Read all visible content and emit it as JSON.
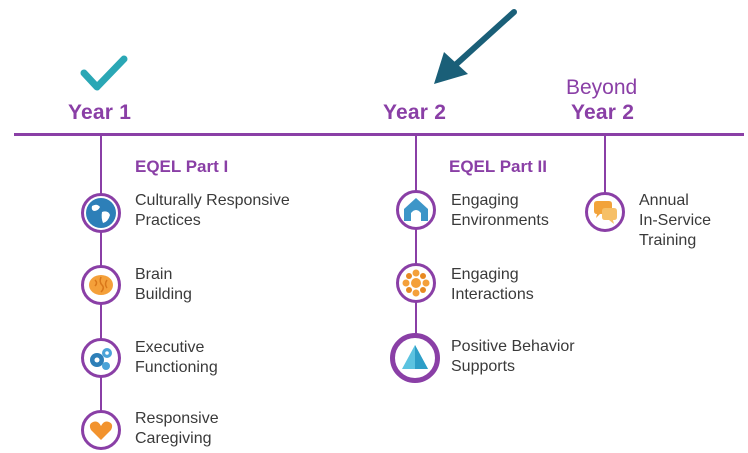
{
  "timeline": {
    "year1": {
      "label": "Year 1",
      "completed": true,
      "icon": "checkmark-icon"
    },
    "year2": {
      "label": "Year 2",
      "current": true,
      "icon": "arrow-pointer-icon"
    },
    "beyond": {
      "prefix": "Beyond",
      "label": "Year 2"
    }
  },
  "parts": [
    {
      "title": "EQEL Part I",
      "modules": [
        {
          "line1": "Culturally Responsive",
          "line2": "Practices",
          "icon": "globe-icon"
        },
        {
          "line1": "Brain",
          "line2": "Building",
          "icon": "brain-icon"
        },
        {
          "line1": "Executive",
          "line2": "Functioning",
          "icon": "gears-icon"
        },
        {
          "line1": "Responsive",
          "line2": "Caregiving",
          "icon": "heart-icon"
        }
      ]
    },
    {
      "title": "EQEL Part II",
      "modules": [
        {
          "line1": "Engaging",
          "line2": "Environments",
          "icon": "house-icon"
        },
        {
          "line1": "Engaging",
          "line2": "Interactions",
          "icon": "people-circle-icon"
        },
        {
          "line1": "Positive Behavior",
          "line2": "Supports",
          "icon": "pyramid-icon"
        }
      ]
    }
  ],
  "beyond_item": {
    "line1": "Annual",
    "line2": "In-Service",
    "line3": "Training",
    "icon": "speech-bubbles-icon"
  },
  "colors": {
    "purple": "#8a3fa6",
    "teal_arrow": "#1a5f78",
    "check": "#2aa7b5"
  }
}
